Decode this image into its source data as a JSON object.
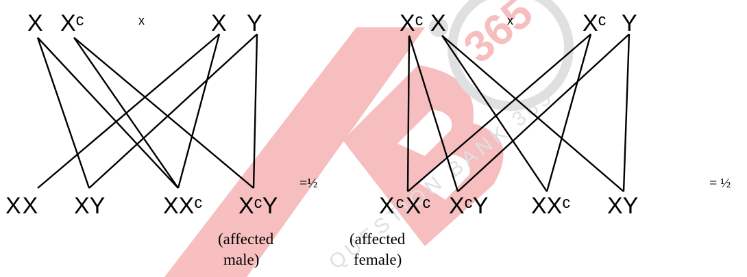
{
  "cross_1": {
    "parents": {
      "p1": "X",
      "p2": "Xᶜ",
      "cross": "x",
      "p3": "X",
      "p4": "Y"
    },
    "offspring": {
      "o1": "XX",
      "o2": "XY",
      "o3": "XXᶜ",
      "o4": "XᶜY"
    },
    "ratio": "=½",
    "note": [
      "(affected",
      "male)"
    ]
  },
  "cross_2": {
    "parents": {
      "p1": "Xᶜ",
      "p2": "X",
      "cross": "x",
      "p3": "Xᶜ",
      "p4": "Y"
    },
    "offspring": {
      "o1": "XᶜXᶜ",
      "o2": "XᶜY",
      "o3": "XXᶜ",
      "o4": "XY"
    },
    "ratio": "= ½",
    "note": [
      "(affected",
      "female)"
    ]
  },
  "watermark": {
    "number": "365",
    "ring_text": "QUESTION BANK 365",
    "mark_letter": "B"
  },
  "colors": {
    "line": "#000000",
    "watermark_red": "#f08a8a",
    "watermark_grey": "#c4c8cc"
  }
}
